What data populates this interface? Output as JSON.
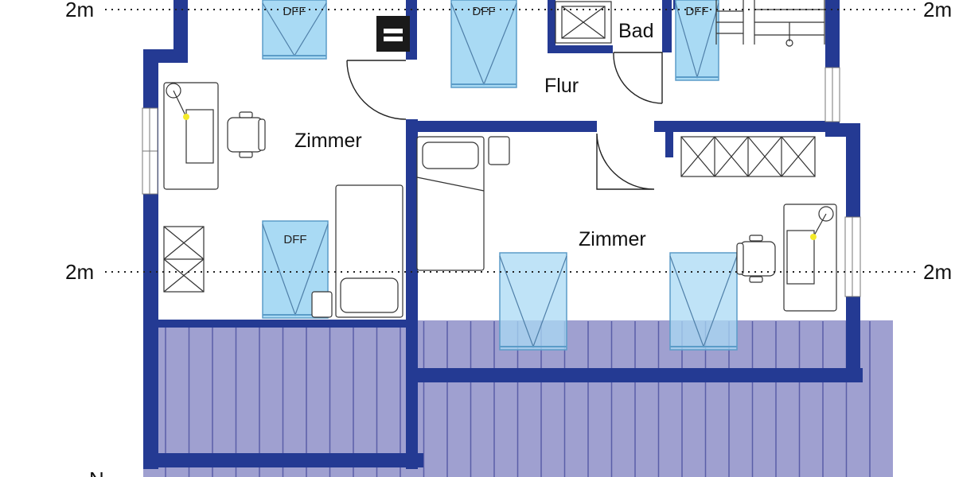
{
  "plan": {
    "rooms": [
      {
        "label": "Zimmer"
      },
      {
        "label": "Zimmer"
      },
      {
        "label": "Flur"
      },
      {
        "label": "Bad"
      }
    ],
    "dimension_lines": [
      {
        "label": "2m"
      },
      {
        "label": "2m"
      }
    ],
    "windows": [
      {
        "label": "DFF"
      },
      {
        "label": "DFF"
      },
      {
        "label": "DFF"
      },
      {
        "label": "DFF"
      },
      {
        "label": ""
      },
      {
        "label": ""
      }
    ],
    "compass_letter": "N",
    "colors": {
      "wall": "#243a93",
      "roof_area": "#9fa0d0",
      "roof_line": "#5a5ea8",
      "window_fill": "#a9daf4",
      "window_stroke": "#5b9cc8"
    }
  }
}
